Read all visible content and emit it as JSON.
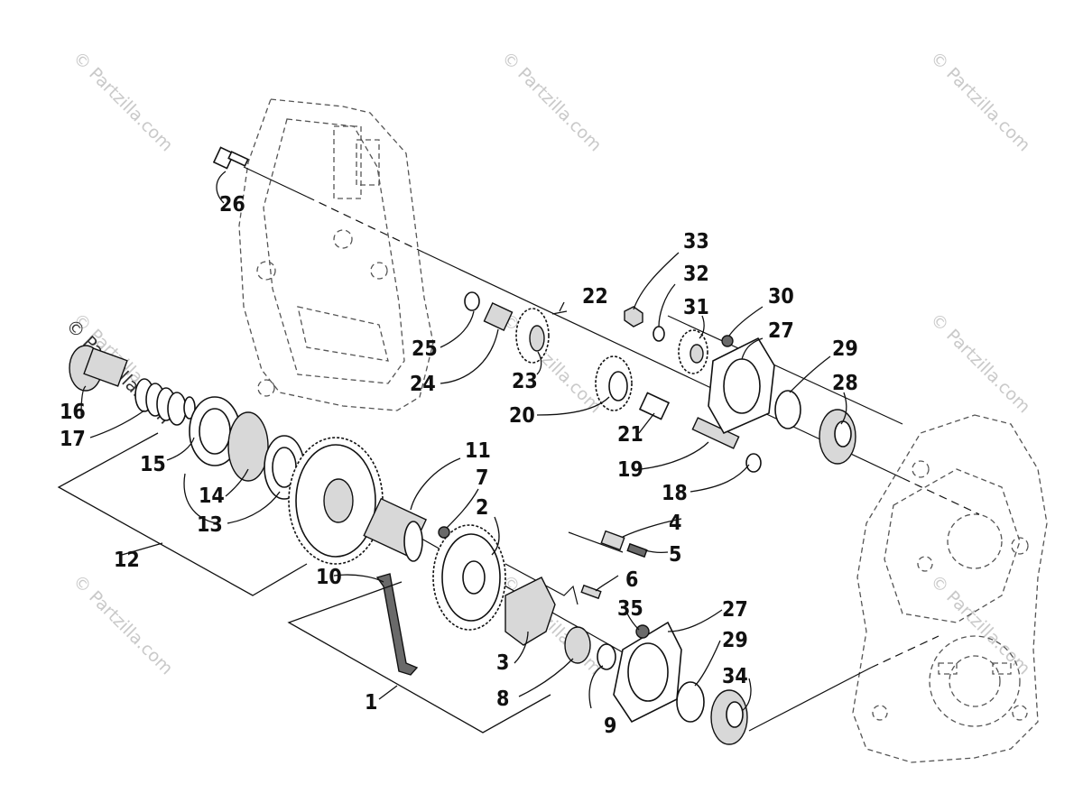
{
  "watermark": "© Partzilla.com",
  "callouts": [
    "1",
    "2",
    "3",
    "4",
    "5",
    "6",
    "7",
    "8",
    "9",
    "10",
    "11",
    "12",
    "13",
    "14",
    "15",
    "16",
    "17",
    "18",
    "19",
    "20",
    "21",
    "22",
    "23",
    "24",
    "25",
    "26",
    "27",
    "27",
    "28",
    "29",
    "29",
    "30",
    "31",
    "32",
    "33",
    "34",
    "35"
  ]
}
